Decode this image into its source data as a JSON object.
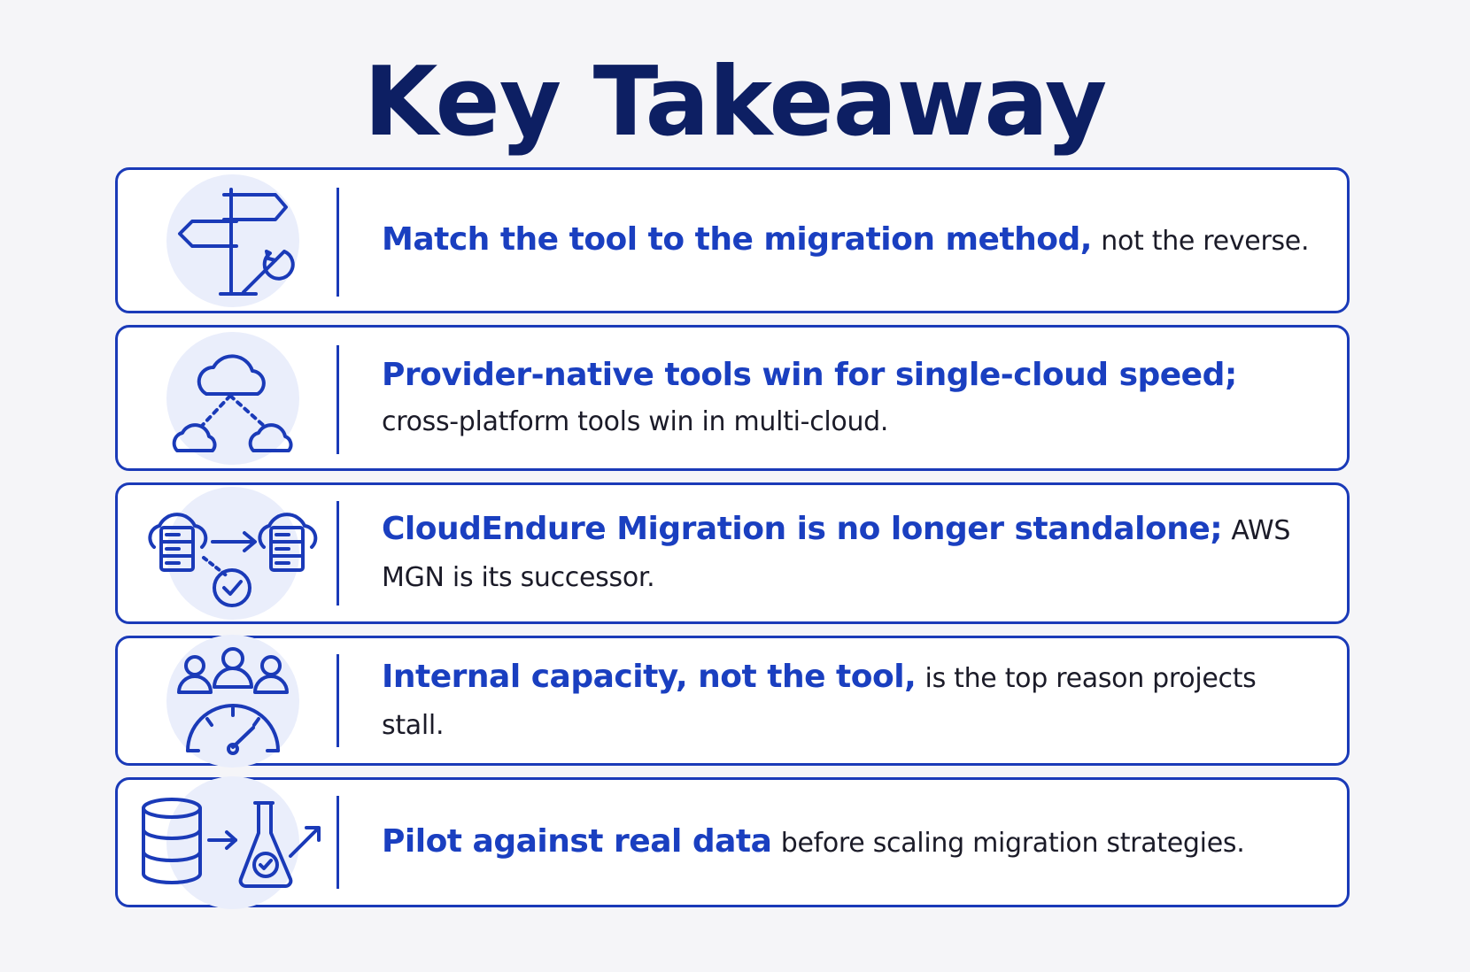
{
  "title": "Key Takeaway",
  "colors": {
    "title": "#0d1f63",
    "accent": "#1a3ab8",
    "bold_text": "#1a3fc0",
    "background": "#f5f5f8"
  },
  "items": [
    {
      "icon": "signpost-wrench-icon",
      "bold": "Match the tool to the migration method,",
      "rest": "not the reverse."
    },
    {
      "icon": "cloud-network-icon",
      "bold": "Provider-native tools win for single-cloud speed;",
      "rest": "cross-platform tools win in multi-cloud."
    },
    {
      "icon": "server-migration-icon",
      "bold": "CloudEndure Migration is no longer standalone;",
      "rest": "AWS MGN is its successor."
    },
    {
      "icon": "team-gauge-icon",
      "bold": "Internal capacity, not the tool,",
      "rest": "is the top reason projects stall."
    },
    {
      "icon": "database-flask-icon",
      "bold": "Pilot against real data",
      "rest": "before scaling migration strategies."
    }
  ]
}
